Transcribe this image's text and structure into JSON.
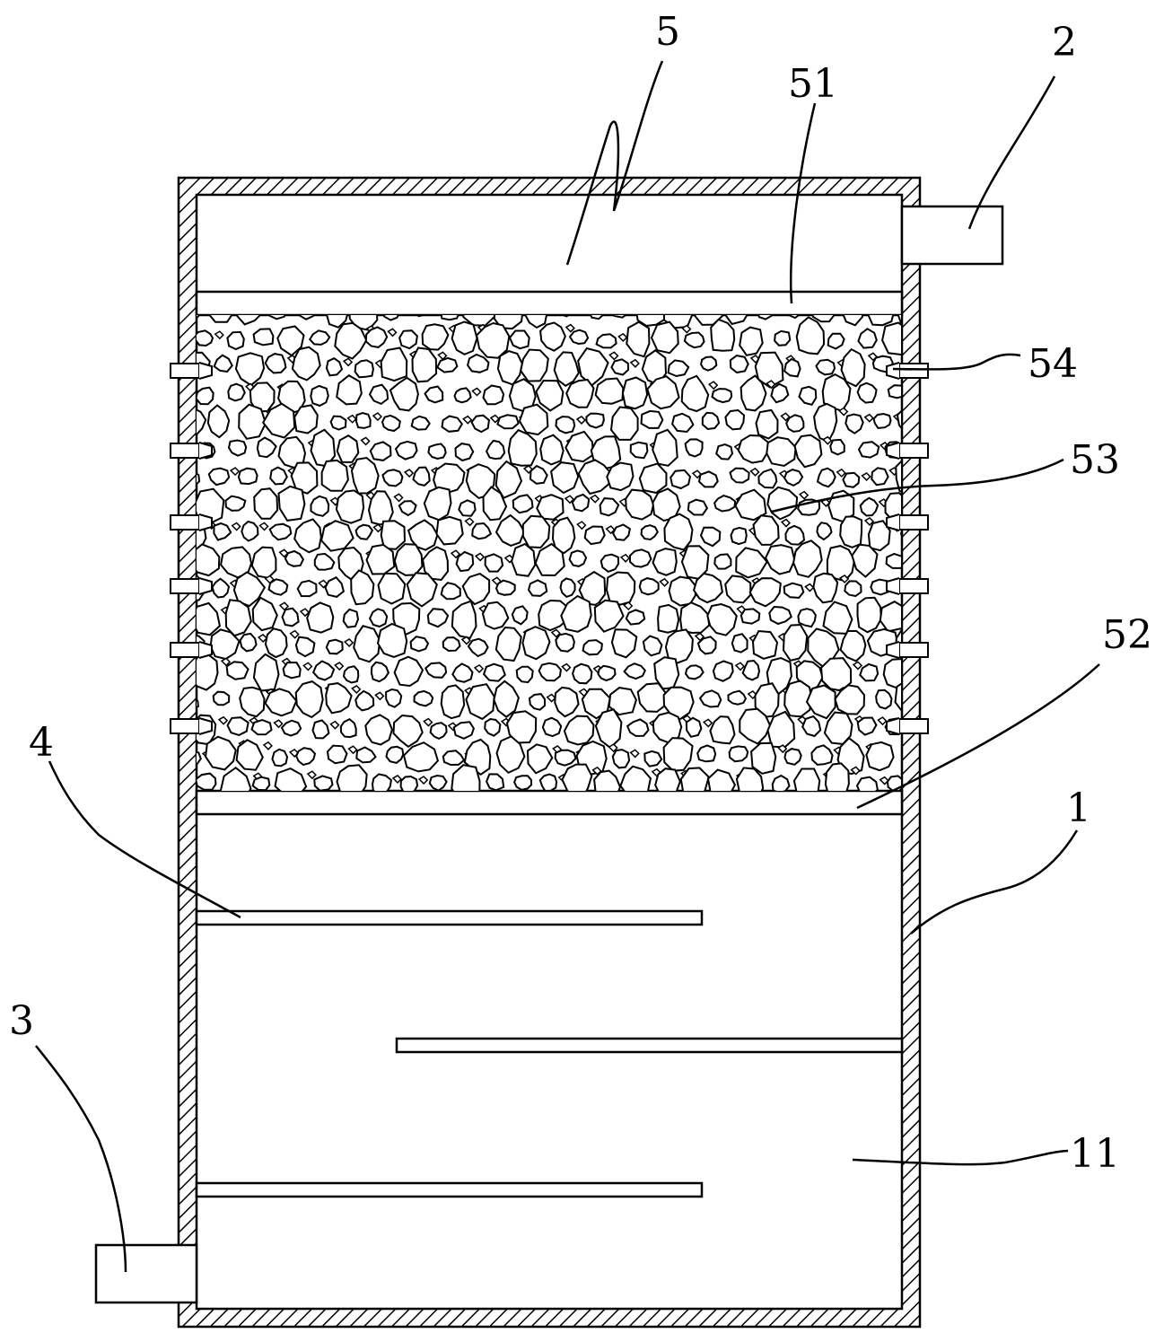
{
  "labels": {
    "l5": "5",
    "l51": "51",
    "l2": "2",
    "l54": "54",
    "l53": "53",
    "l52": "52",
    "l4": "4",
    "l1": "1",
    "l3": "3",
    "l11": "11"
  },
  "colors": {
    "ink": "#000000",
    "paper": "#ffffff"
  }
}
